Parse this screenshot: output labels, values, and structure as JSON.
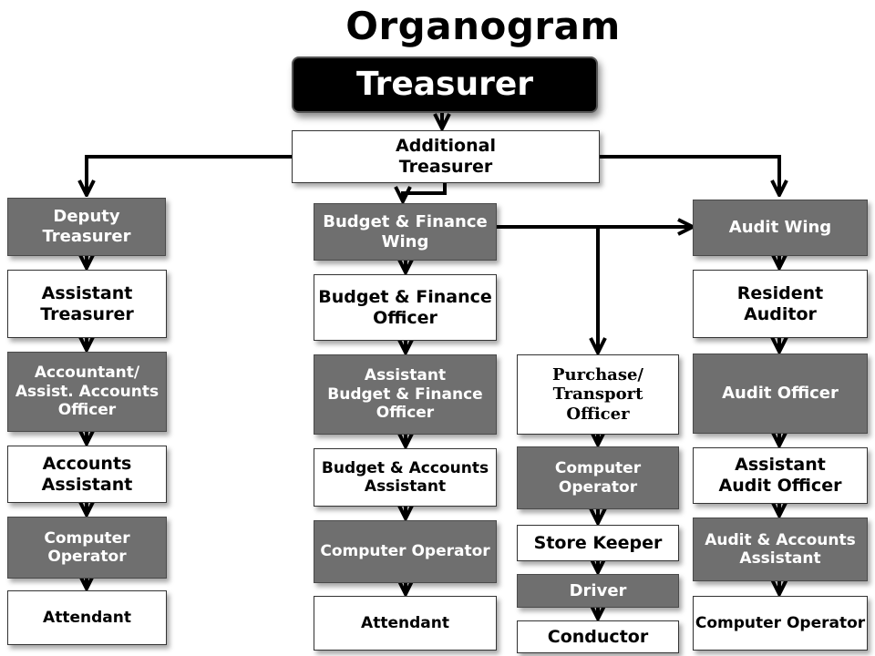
{
  "title": "Organogram",
  "top": {
    "treasurer": "Treasurer",
    "additional_treasurer": "Additional\nTreasurer"
  },
  "column_1": {
    "deputy_treasurer": "Deputy\nTreasurer",
    "assistant_treasurer": "Assistant\nTreasurer",
    "accountant": "Accountant/\nAssist. Accounts\nOfficer",
    "accounts_assistant": "Accounts\nAssistant",
    "computer_operator": "Computer\nOperator",
    "attendant": "Attendant"
  },
  "column_2": {
    "budget_finance_wing": "Budget & Finance\nWing",
    "budget_finance_officer": "Budget & Finance\nOfficer",
    "assistant_budget_finance_officer": "Assistant\nBudget & Finance\nOfficer",
    "budget_accounts_assistant": "Budget & Accounts\nAssistant",
    "computer_operator": "Computer Operator",
    "attendant": "Attendant"
  },
  "column_3": {
    "purchase_transport_officer": "Purchase/\nTransport\nOfficer",
    "computer_operator": "Computer\nOperator",
    "store_keeper": "Store Keeper",
    "driver": "Driver",
    "conductor": "Conductor"
  },
  "column_4": {
    "audit_wing": "Audit Wing",
    "resident_auditor": "Resident\nAuditor",
    "audit_officer": "Audit Officer",
    "assistant_audit_officer": "Assistant\nAudit Officer",
    "audit_accounts_assistant": "Audit & Accounts\nAssistant",
    "computer_operator": "Computer Operator"
  },
  "colors": {
    "black_box": "#000000",
    "grey_box": "#6f6f6f",
    "white_box": "#ffffff",
    "connector": "#000000"
  }
}
